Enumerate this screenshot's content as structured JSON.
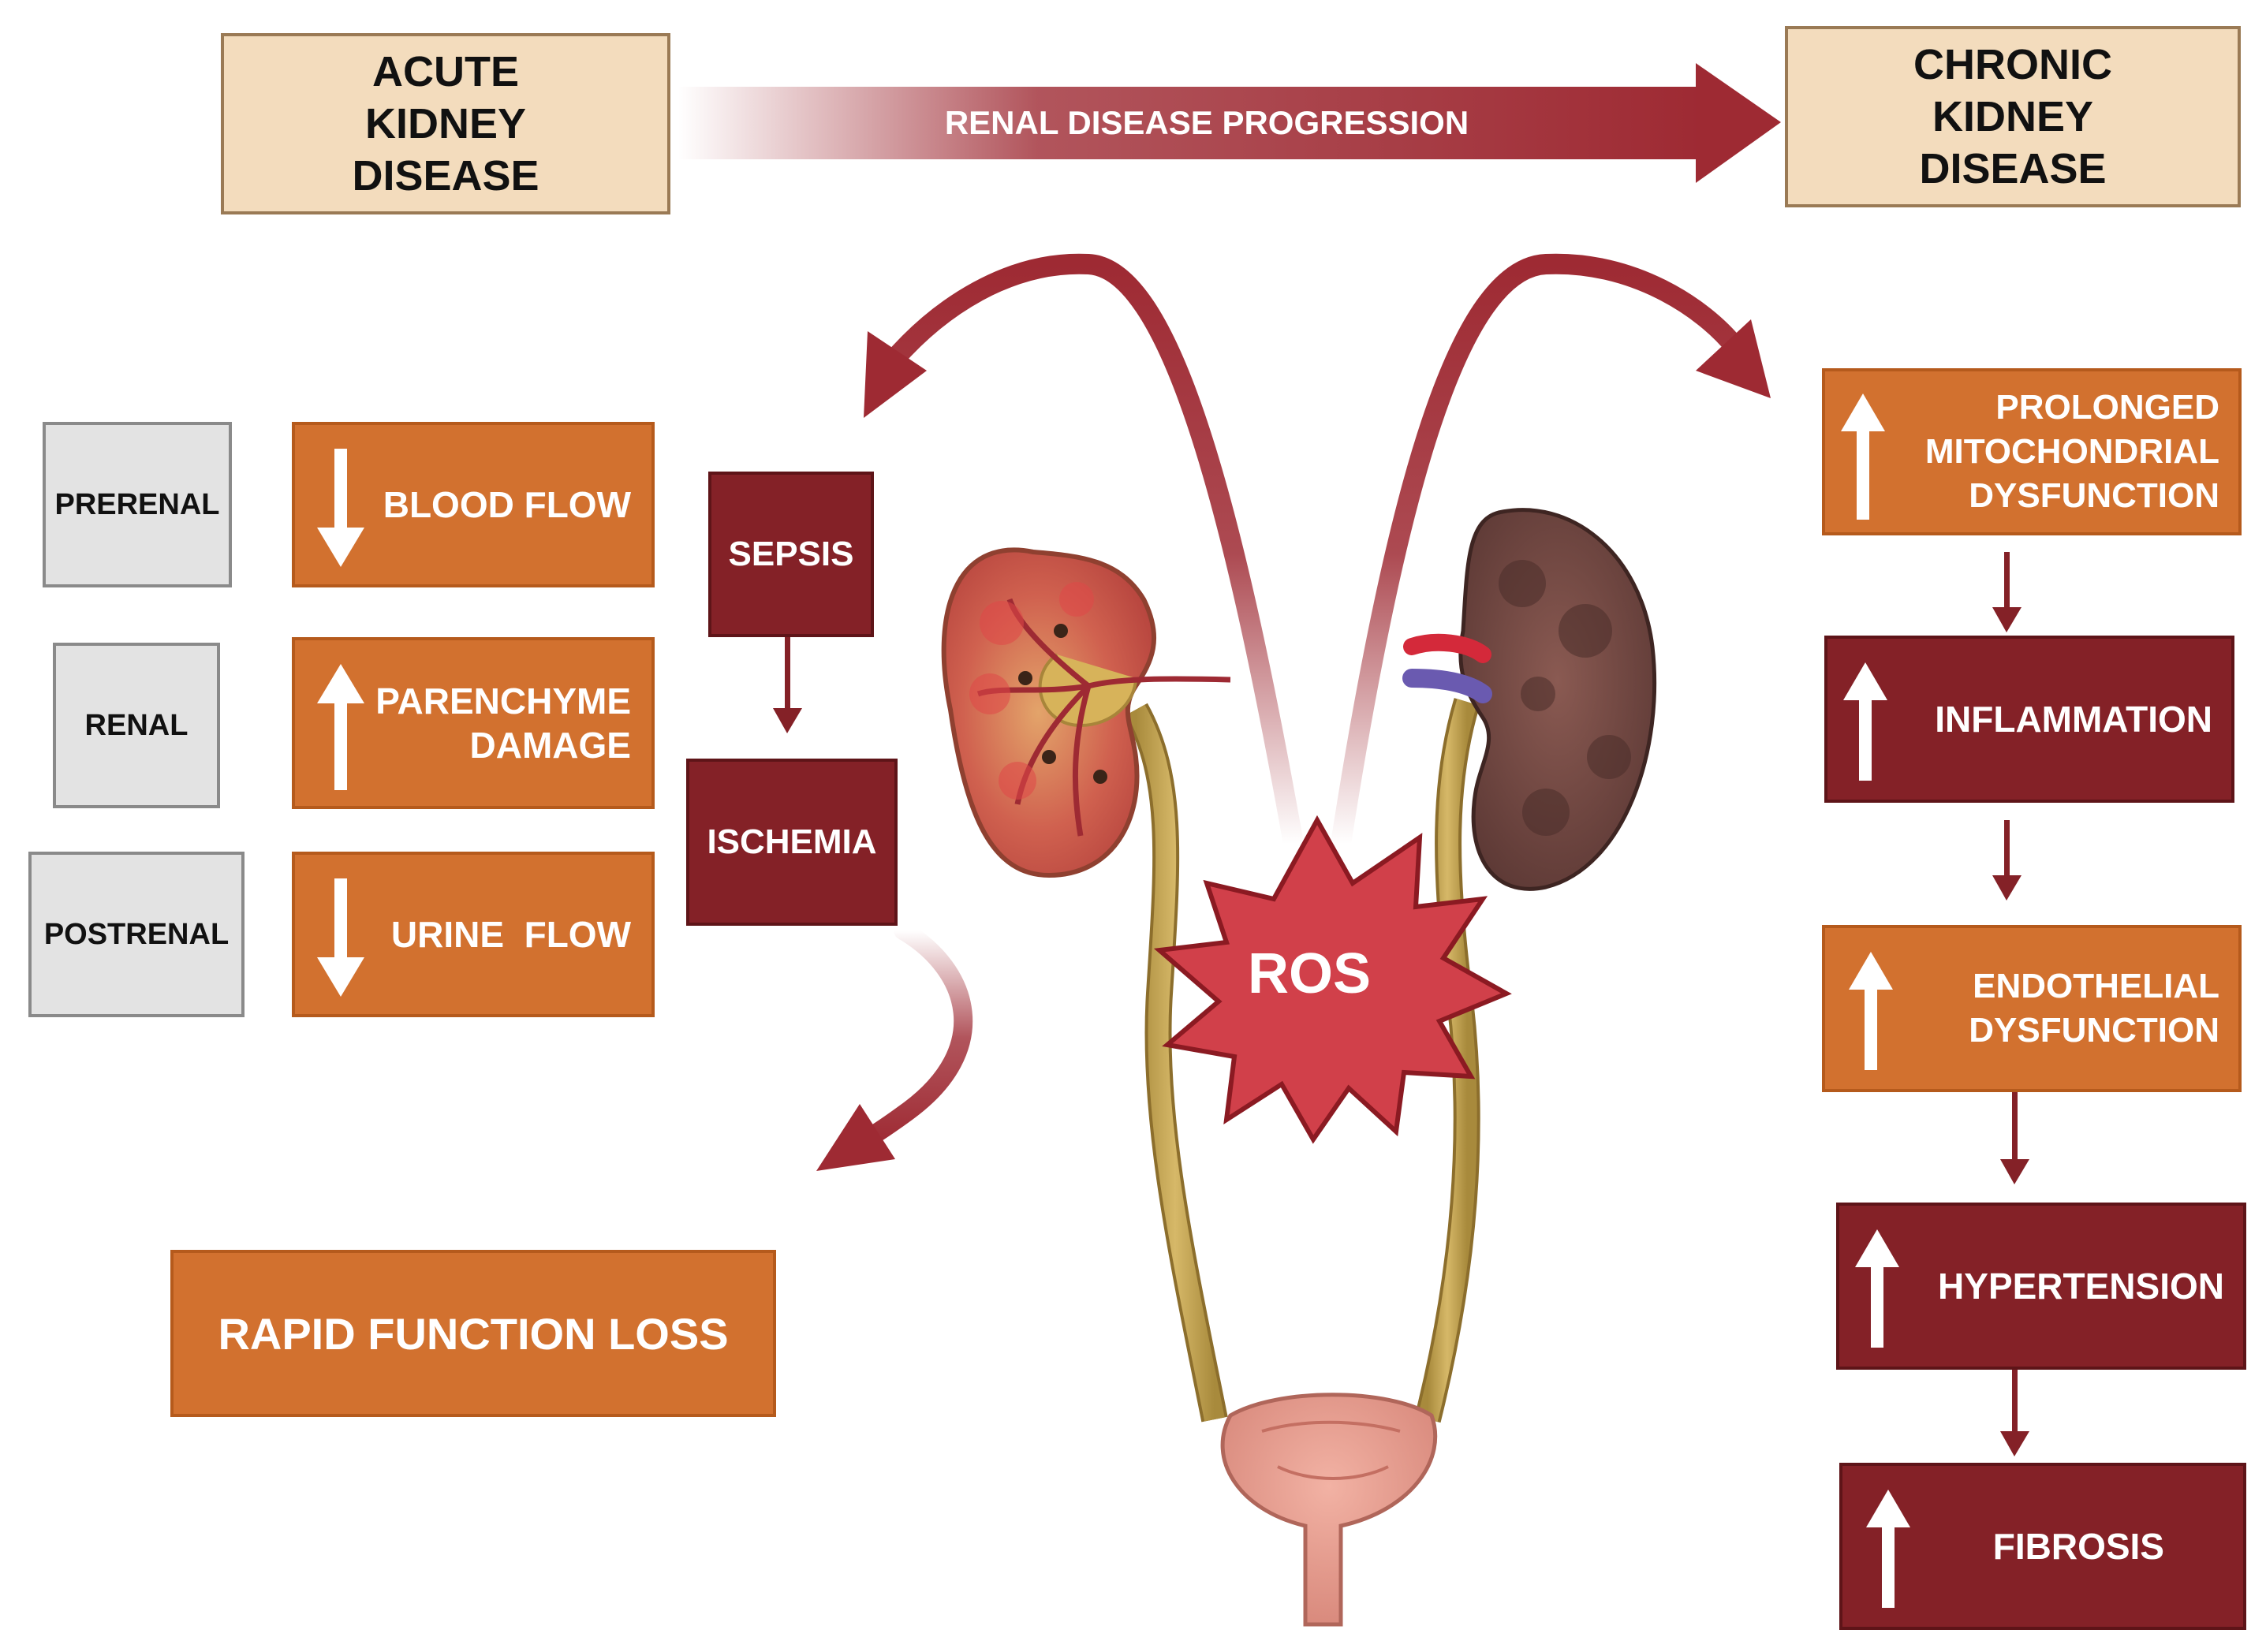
{
  "header": {
    "acute": [
      "ACUTE",
      "KIDNEY",
      "DISEASE"
    ],
    "chronic": [
      "CHRONIC",
      "KIDNEY",
      "DISEASE"
    ],
    "progression": "RENAL DISEASE PROGRESSION"
  },
  "causes": [
    {
      "category": "PRERENAL",
      "effect": [
        "BLOOD FLOW"
      ],
      "direction": "down"
    },
    {
      "category": "RENAL",
      "effect": [
        "PARENCHYME",
        "DAMAGE"
      ],
      "direction": "up"
    },
    {
      "category": "POSTRENAL",
      "effect": [
        "URINE  FLOW"
      ],
      "direction": "down"
    }
  ],
  "mechanism": {
    "sepsis": "SEPSIS",
    "ischemia": "ISCHEMIA"
  },
  "outcome": "RAPID FUNCTION LOSS",
  "center": {
    "ros": "ROS"
  },
  "chronic_chain": [
    {
      "label": [
        "PROLONGED",
        "MITOCHONDRIAL",
        "DYSFUNCTION"
      ],
      "direction": "up",
      "color": "orange"
    },
    {
      "label": [
        "INFLAMMATION"
      ],
      "direction": "up",
      "color": "maroon"
    },
    {
      "label": [
        "ENDOTHELIAL",
        "DYSFUNCTION"
      ],
      "direction": "up",
      "color": "orange"
    },
    {
      "label": [
        "HYPERTENSION"
      ],
      "direction": "up",
      "color": "maroon"
    },
    {
      "label": [
        "FIBROSIS"
      ],
      "direction": "up",
      "color": "maroon"
    }
  ],
  "colors": {
    "orange": "#d2712f",
    "maroon": "#842127",
    "beige": "#f3dcbd",
    "arrow": "#9e2a33"
  }
}
